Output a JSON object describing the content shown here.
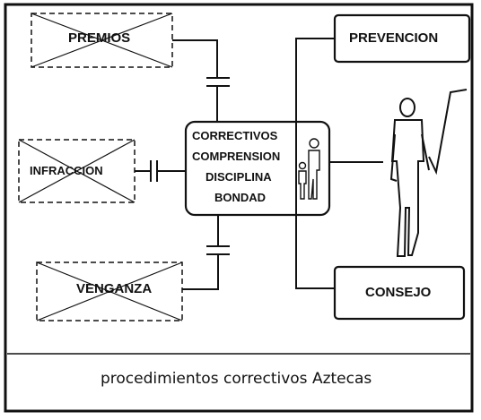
{
  "diagram": {
    "left_boxes": [
      {
        "label": "PREMIOS"
      },
      {
        "label": "INFRACCION"
      },
      {
        "label": "VENGANZA"
      }
    ],
    "center": {
      "lines": [
        "CORRECTIVOS",
        "COMPRENSION",
        "DISCIPLINA",
        "BONDAD"
      ]
    },
    "right_boxes": [
      {
        "label": "PREVENCION"
      },
      {
        "label": "CONSEJO"
      }
    ],
    "caption": "procedimientos correctivos Aztecas"
  }
}
